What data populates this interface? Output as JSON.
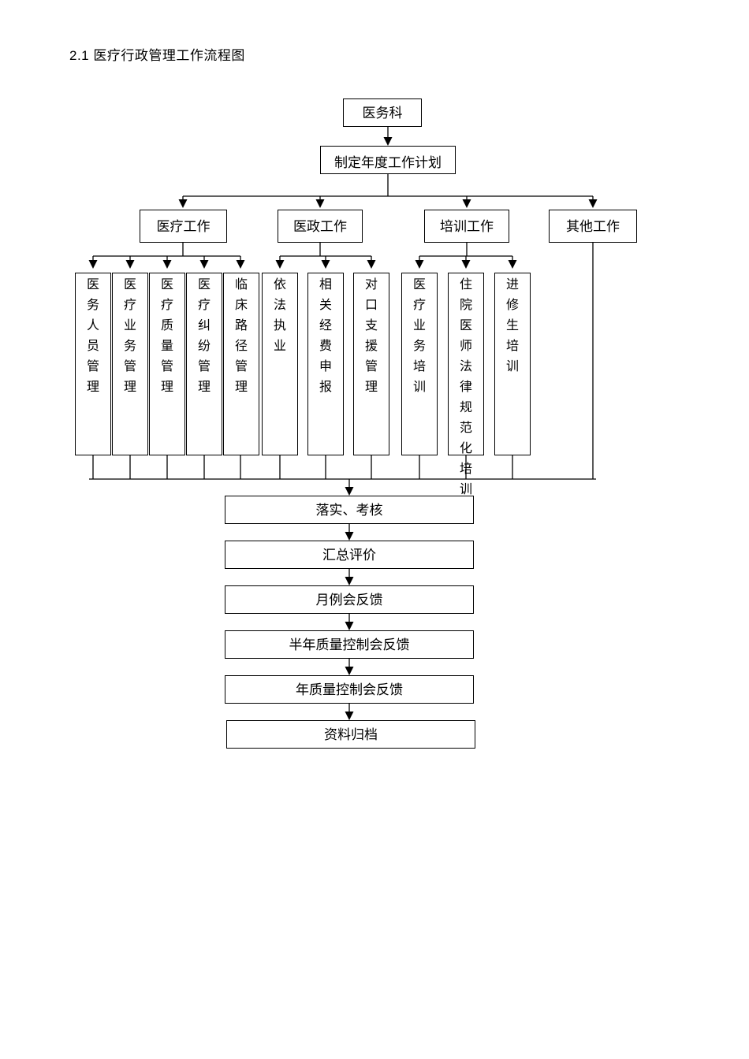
{
  "title": "2.1  医疗行政管理工作流程图",
  "flow": {
    "root": "医务科",
    "plan": "制定年度工作计划",
    "categories": [
      {
        "label": "医疗工作"
      },
      {
        "label": "医政工作"
      },
      {
        "label": "培训工作"
      },
      {
        "label": "其他工作"
      }
    ],
    "subtasks": [
      {
        "label": "医务人员管理",
        "group": "医疗工作"
      },
      {
        "label": "医疗业务管理",
        "group": "医疗工作"
      },
      {
        "label": "医疗质量管理",
        "group": "医疗工作"
      },
      {
        "label": "医疗纠纷管理",
        "group": "医疗工作"
      },
      {
        "label": "临床路径管理",
        "group": "医疗工作"
      },
      {
        "label": "依法执业",
        "group": "医政工作"
      },
      {
        "label": "相关经费申报",
        "group": "医政工作"
      },
      {
        "label": "对口支援管理",
        "group": "医政工作"
      },
      {
        "label": "医疗业务培训",
        "group": "培训工作"
      },
      {
        "label": "住院医师法律规范化培训",
        "group": "培训工作"
      },
      {
        "label": "进修生培训",
        "group": "培训工作"
      }
    ],
    "pipeline": [
      {
        "label": "落实、考核"
      },
      {
        "label": "汇总评价"
      },
      {
        "label": "月例会反馈"
      },
      {
        "label": "半年质量控制会反馈"
      },
      {
        "label": "年质量控制会反馈"
      },
      {
        "label": "资料归档"
      }
    ]
  },
  "colors": {
    "line": "#000000",
    "background": "#ffffff",
    "text": "#000000"
  }
}
